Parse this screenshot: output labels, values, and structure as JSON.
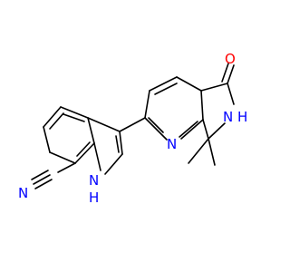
{
  "molecule": {
    "atoms": {
      "nitrile_c": "C",
      "nitrile_n": "N",
      "indole_nh": "N",
      "indole_h": "H",
      "pyridine_n": "N",
      "lactam_nh": "N",
      "lactam_h": "H",
      "carbonyl_o": "O"
    },
    "colors": {
      "bond": "#000000",
      "nitrogen": "#0000ff",
      "oxygen": "#ff0000",
      "carbon": "#000000"
    }
  }
}
